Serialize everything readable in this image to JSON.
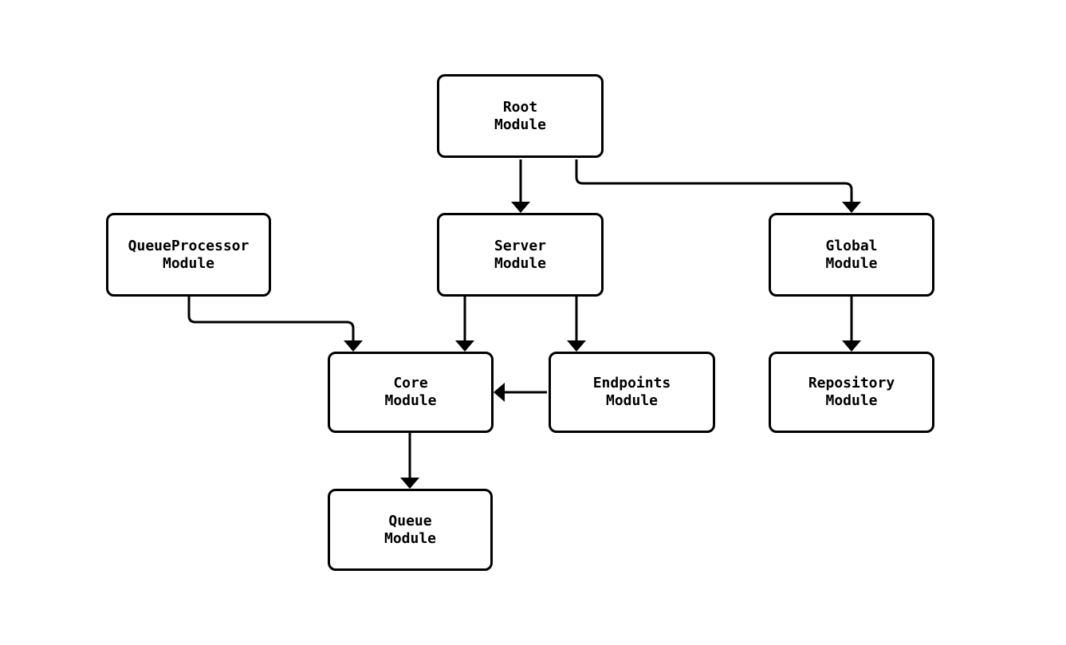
{
  "diagram": {
    "type": "module-dependency-flowchart",
    "colors": {
      "background": "#ffffff",
      "node_fill": "#ffffff",
      "node_border": "#000000",
      "text": "#000000",
      "edge": "#000000"
    },
    "nodes": {
      "root": {
        "line1": "Root",
        "line2": "Module"
      },
      "queue_processor": {
        "line1": "QueueProcessor",
        "line2": "Module"
      },
      "server": {
        "line1": "Server",
        "line2": "Module"
      },
      "global": {
        "line1": "Global",
        "line2": "Module"
      },
      "core": {
        "line1": "Core",
        "line2": "Module"
      },
      "endpoints": {
        "line1": "Endpoints",
        "line2": "Module"
      },
      "repository": {
        "line1": "Repository",
        "line2": "Module"
      },
      "queue": {
        "line1": "Queue",
        "line2": "Module"
      }
    },
    "edges": [
      {
        "from": "Root Module",
        "to": "Server Module"
      },
      {
        "from": "Root Module",
        "to": "Global Module"
      },
      {
        "from": "QueueProcessor Module",
        "to": "Core Module"
      },
      {
        "from": "Server Module",
        "to": "Core Module"
      },
      {
        "from": "Server Module",
        "to": "Endpoints Module"
      },
      {
        "from": "Endpoints Module",
        "to": "Core Module"
      },
      {
        "from": "Global Module",
        "to": "Repository Module"
      },
      {
        "from": "Core Module",
        "to": "Queue Module"
      }
    ]
  }
}
